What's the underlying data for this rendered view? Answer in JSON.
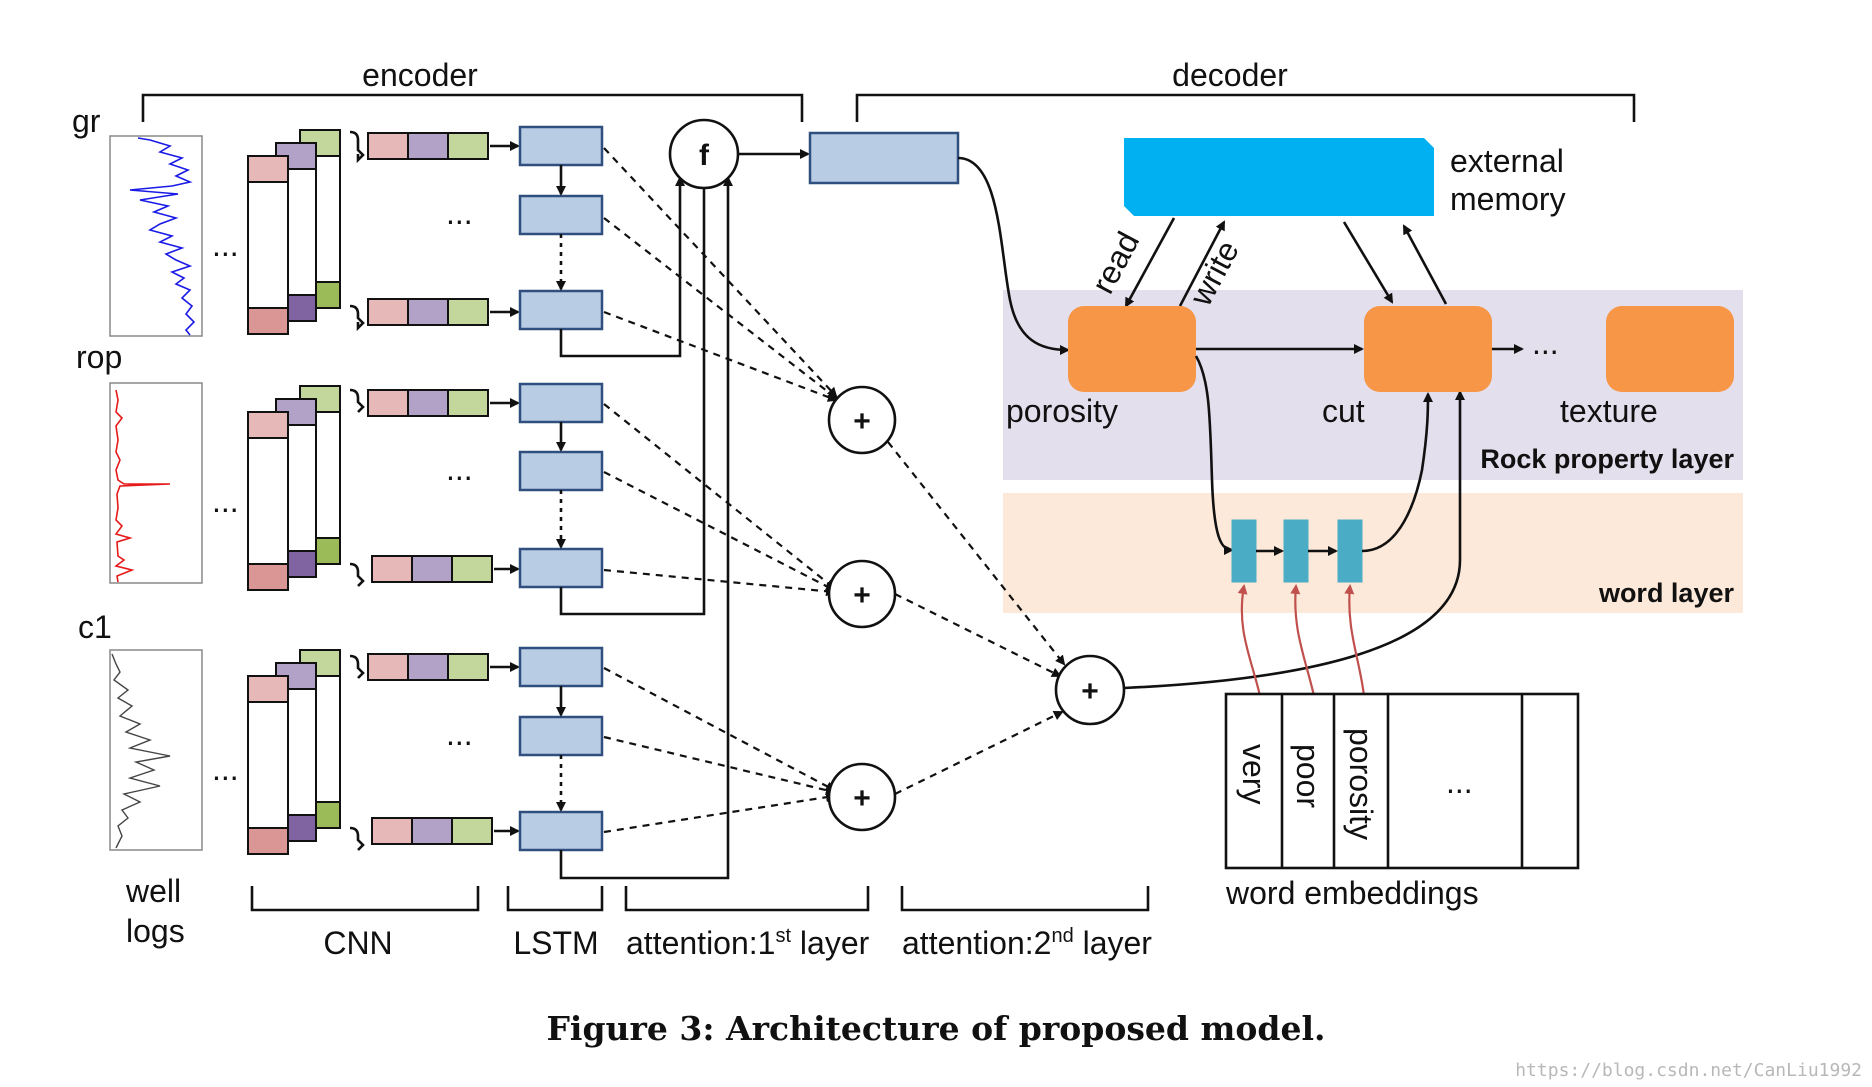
{
  "encoder_label": "encoder",
  "decoder_label": "decoder",
  "well_logs": [
    {
      "name": "gr",
      "color": "#1a1ae6"
    },
    {
      "name": "rop",
      "color": "#e61a1a"
    },
    {
      "name": "c1",
      "color": "#444444"
    }
  ],
  "ellipsis": "...",
  "ellipsis_lstm": "···",
  "f_label": "f",
  "plus_label": "+",
  "external_memory": {
    "line1": "external",
    "line2": "memory",
    "color": "#00b0f0"
  },
  "read_label": "read",
  "write_label": "write",
  "nodes": {
    "porosity": "porosity",
    "cut": "cut",
    "texture": "texture",
    "node_color": "#f79646",
    "dots": "..."
  },
  "rock_layer_label": "Rock property layer",
  "word_layer_label": "word layer",
  "embedding_words": [
    "very",
    "poor",
    "porosity",
    "..."
  ],
  "bottom_labels": {
    "well_logs_line1": "well",
    "well_logs_line2": "logs",
    "cnn": "CNN",
    "lstm": "LSTM",
    "attn1_prefix": "attention:1",
    "attn1_sup": "st",
    "attn1_suffix": " layer",
    "attn2_prefix": "attention:2",
    "attn2_sup": "nd",
    "attn2_suffix": " layer",
    "word_embeddings": "word embeddings"
  },
  "caption": "Figure 3: Architecture of proposed model.",
  "watermark": "https://blog.csdn.net/CanLiu1992",
  "colors": {
    "pink": "#e6b9b8",
    "purple": "#b3a2c7",
    "green": "#c3d69b",
    "pink_dark": "#d99694",
    "purple_dark": "#8064a2",
    "green_dark": "#9bbb59",
    "lstm": "#b8cce4",
    "rock_band": "#e4dfec",
    "word_band": "#fde9d9",
    "word_cell": "#4bacc6"
  }
}
